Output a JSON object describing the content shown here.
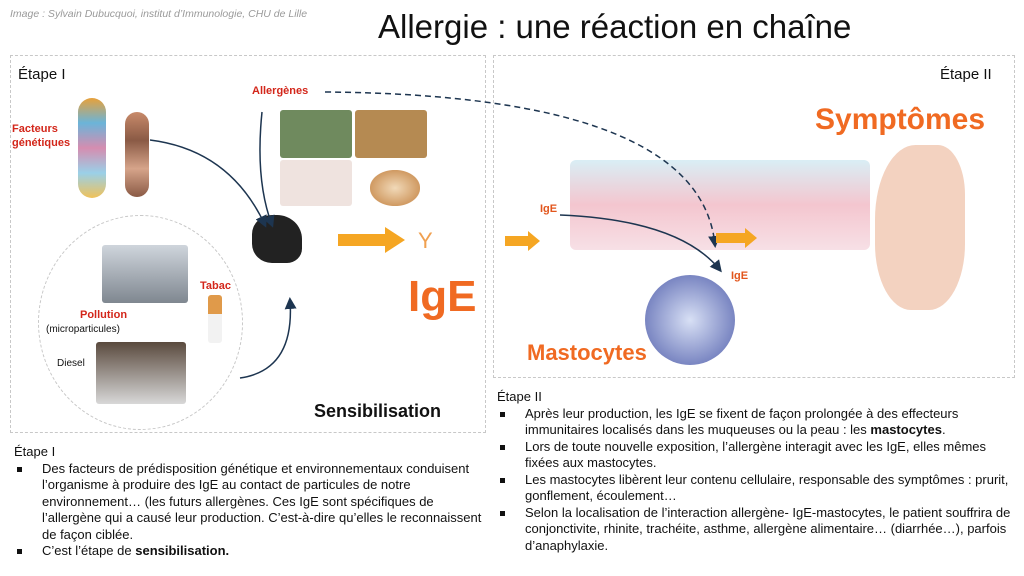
{
  "credit": "Image : Sylvain Dubucquoi, institut d’Immunologie, CHU de Lille",
  "title": "Allergie : une réaction en chaîne",
  "stage1": {
    "label": "Étape I",
    "facteurs": "Facteurs génétiques",
    "allergenes": "Allergènes",
    "tabac": "Tabac",
    "pollution": "Pollution",
    "microparticules": "(microparticules)",
    "diesel": "Diesel",
    "ige": "IgE",
    "sensibilisation": "Sensibilisation"
  },
  "stage2": {
    "label": "Étape II",
    "symptomes": "Symptômes",
    "ige1": "IgE",
    "ige2": "IgE",
    "mastocytes": "Mastocytes"
  },
  "text1": {
    "heading": "Étape I",
    "items": [
      "Des facteurs de prédisposition génétique et environnementaux conduisent l’organisme à produire des IgE au contact de particules de notre environnement… (les futurs allergènes. Ces IgE sont spécifiques de l’allergène qui a causé leur production. C’est-à-dire qu’elles le reconnaissent de façon ciblée."
    ],
    "last_prefix": "C’est l’étape de ",
    "last_bold": "sensibilisation."
  },
  "text2": {
    "heading": "Étape II",
    "item1_prefix": "Après leur production, les IgE se fixent de façon prolongée à des effecteurs immunitaires localisés dans les muqueuses ou la peau : les ",
    "item1_bold": "mastocytes",
    "item1_suffix": ".",
    "items": [
      "Lors de  toute nouvelle exposition, l’allergène interagit avec les IgE, elles mêmes fixées aux mastocytes.",
      "Les mastocytes libèrent leur contenu cellulaire, responsable des symptômes : prurit, gonflement, écoulement…",
      "Selon la localisation de l’interaction allergène- IgE-mastocytes, le patient souffrira de conjonctivite, rhinite, trachéite, asthme, allergène alimentaire… (diarrhée…), parfois d’anaphylaxie."
    ]
  }
}
